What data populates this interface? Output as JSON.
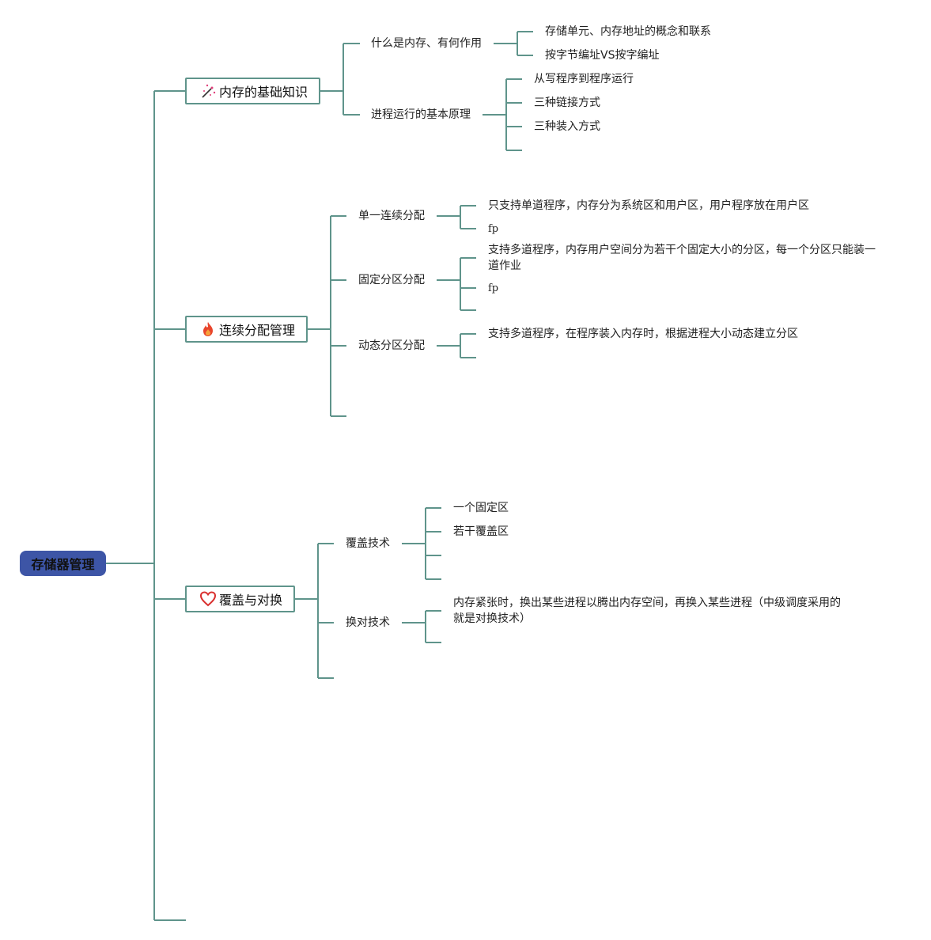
{
  "root": {
    "label": "存储器管理"
  },
  "branches": [
    {
      "label": "内存的基础知识",
      "icon": "sparkle-icon",
      "children": [
        {
          "label": "什么是内存、有何作用",
          "leaves": [
            "存储单元、内存地址的概念和联系",
            "按字节编址VS按字编址"
          ]
        },
        {
          "label": "进程运行的基本原理",
          "leaves": [
            "从写程序到程序运行",
            "三种链接方式",
            "三种装入方式"
          ]
        }
      ]
    },
    {
      "label": "连续分配管理",
      "icon": "fire-icon",
      "children": [
        {
          "label": "单一连续分配",
          "leaves": [
            "只支持单道程序，内存分为系统区和用户区，用户程序放在用户区",
            "fp"
          ]
        },
        {
          "label": "固定分区分配",
          "leaves": [
            "支持多道程序，内存用户空间分为若干个固定大小的分区，每一个分区只能装一道作业",
            "fp"
          ]
        },
        {
          "label": "动态分区分配",
          "leaves": [
            "支持多道程序，在程序装入内存时，根据进程大小动态建立分区"
          ]
        }
      ]
    },
    {
      "label": "覆盖与对换",
      "icon": "heart-icon",
      "children": [
        {
          "label": "覆盖技术",
          "leaves": [
            "一个固定区",
            "若干覆盖区"
          ]
        },
        {
          "label": "换对技术",
          "leaves": [
            "内存紧张时，换出某些进程以腾出内存空间，再换入某些进程（中级调度采用的就是对换技术）"
          ]
        }
      ]
    }
  ],
  "colors": {
    "line": "#5f948b",
    "root_fill": "#3d55a6",
    "sparkle": "#e0407a",
    "fire": "#e8452c",
    "heart": "#d9302f"
  }
}
